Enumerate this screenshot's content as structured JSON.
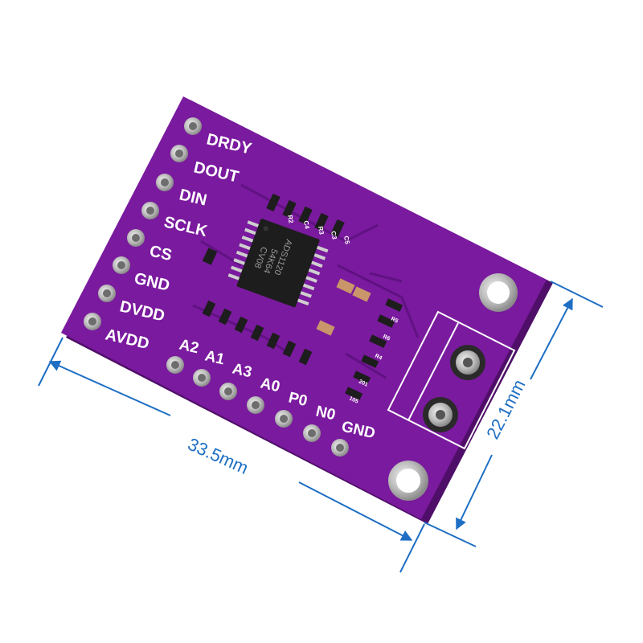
{
  "colors": {
    "board": "#7a1a9e",
    "board_edge": "#4f0f68",
    "silkscreen": "#ffffff",
    "pad": "#c9c9c9",
    "chip": "#1d1d1d",
    "dimension": "#1e6fc4"
  },
  "pins_left": [
    "DRDY",
    "DOUT",
    "DIN",
    "SCLK",
    "CS",
    "GND",
    "DVDD",
    "AVDD"
  ],
  "pins_bottom": [
    "A2",
    "A1",
    "A3",
    "A0",
    "P0",
    "N0",
    "GND"
  ],
  "chip": {
    "line1": "ADS1120",
    "line2": "54K64",
    "line3": "CV08"
  },
  "components": [
    "R2",
    "C4",
    "R3",
    "C3",
    "C5",
    "R5",
    "R6",
    "R4",
    "201",
    "105"
  ],
  "dimensions": {
    "width": "33.5mm",
    "height": "22.1mm"
  }
}
